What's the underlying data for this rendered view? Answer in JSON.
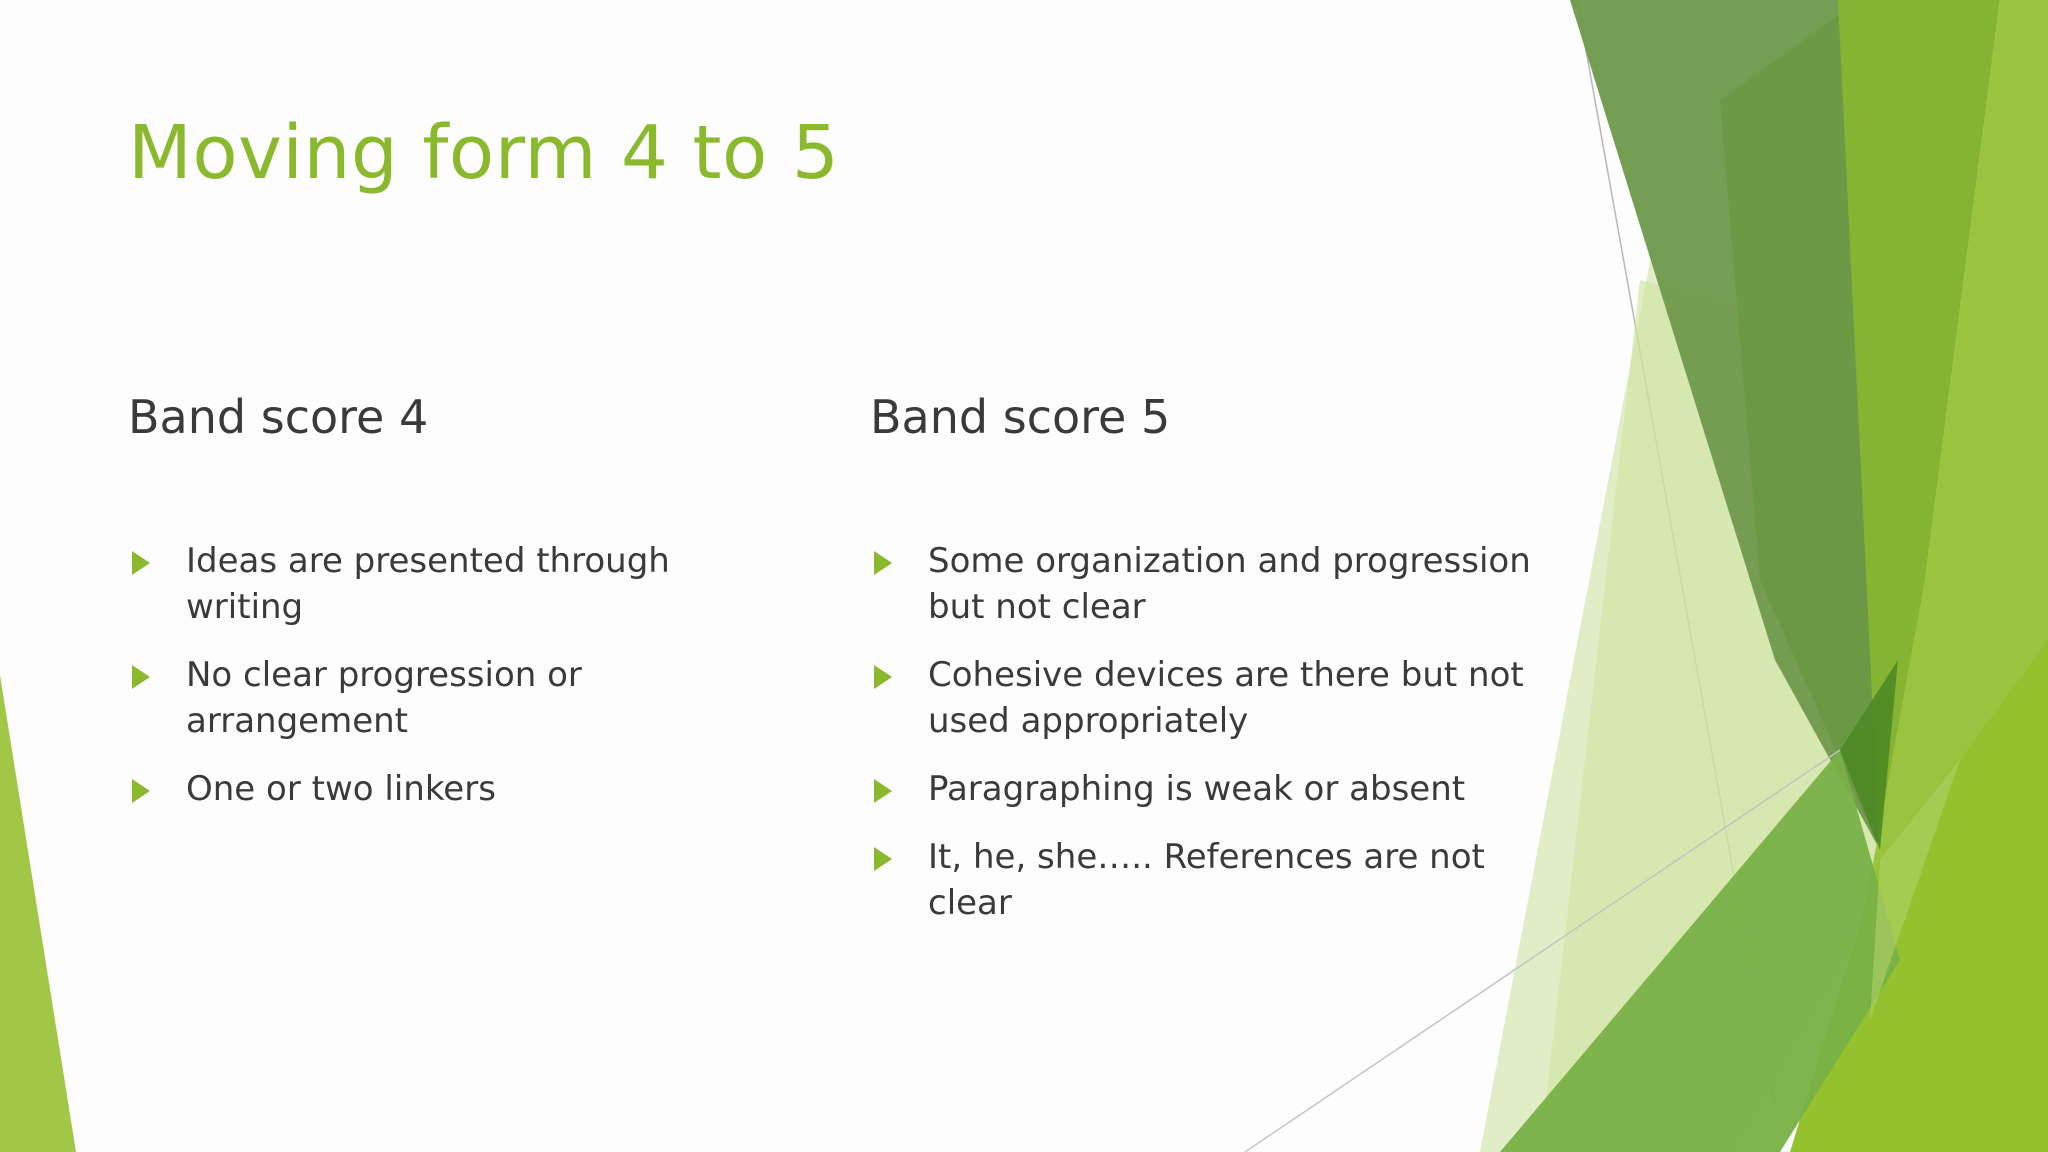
{
  "slide": {
    "title": "Moving form 4 to 5",
    "theme_colors": {
      "title": "#8ab92d",
      "body_text": "#3a3a3a",
      "bullet": "#8ab92d",
      "background": "#fdfdfd"
    },
    "columns": [
      {
        "heading": "Band score 4",
        "bullets": [
          "Ideas are presented through writing",
          "No clear progression or arrangement",
          "One or two linkers"
        ]
      },
      {
        "heading": "Band score 5",
        "bullets": [
          "Some organization and progression but not clear",
          "Cohesive devices are there but not used appropriately",
          "Paragraphing is weak or absent",
          "It, he, she….. References are not clear"
        ]
      }
    ],
    "bullet_icon": "triangle-right-icon"
  }
}
